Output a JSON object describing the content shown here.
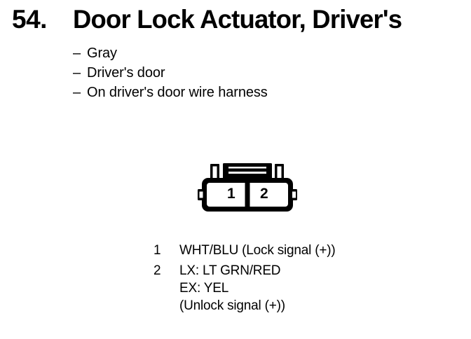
{
  "page": {
    "background_color": "#ffffff",
    "ink_color": "#000000"
  },
  "header": {
    "number": "54.",
    "title": "Door Lock Actuator, Driver's"
  },
  "attributes": [
    {
      "dash": "–",
      "text": "Gray"
    },
    {
      "dash": "–",
      "text": "Driver's door"
    },
    {
      "dash": "–",
      "text": "On driver's door wire harness"
    }
  ],
  "connector": {
    "name": "two-pin-connector",
    "cavity_count": 2,
    "cavity_labels": [
      "1",
      "2"
    ],
    "latch_slot_count": 2,
    "top_tab_count": 2,
    "side_nub_count": 2
  },
  "pinlist": [
    {
      "number": "1",
      "lines": [
        "WHT/BLU (Lock signal (+))"
      ]
    },
    {
      "number": "2",
      "lines": [
        "LX: LT GRN/RED",
        "EX: YEL",
        "(Unlock signal (+))"
      ]
    }
  ]
}
